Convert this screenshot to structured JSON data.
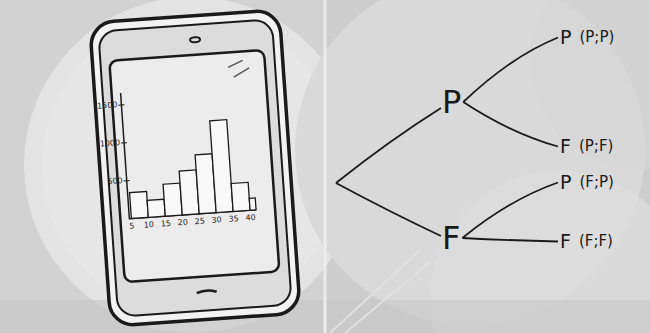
{
  "diagram": {
    "nodes": [
      {
        "text": [
          "P"
        ]
      },
      {
        "text": [
          "F"
        ]
      },
      {
        "text": [
          "P",
          "(P;P)"
        ]
      },
      {
        "text": [
          "F",
          "(P;F)"
        ]
      },
      {
        "text": [
          "P",
          "(F;P)"
        ]
      },
      {
        "text": [
          "F",
          "(F;F)"
        ]
      }
    ],
    "edges": [
      {
        "from": 0,
        "to": 2,
        "arrow": "none"
      },
      {
        "from": 0,
        "to": 3,
        "arrow": "none"
      },
      {
        "from": 1,
        "to": 4,
        "arrow": "none"
      },
      {
        "from": 1,
        "to": 5,
        "arrow": "none"
      }
    ],
    "labels": [
      "1500",
      "1000",
      "500",
      "5",
      "10",
      "15",
      "20",
      "25",
      "30",
      "35",
      "40"
    ]
  }
}
